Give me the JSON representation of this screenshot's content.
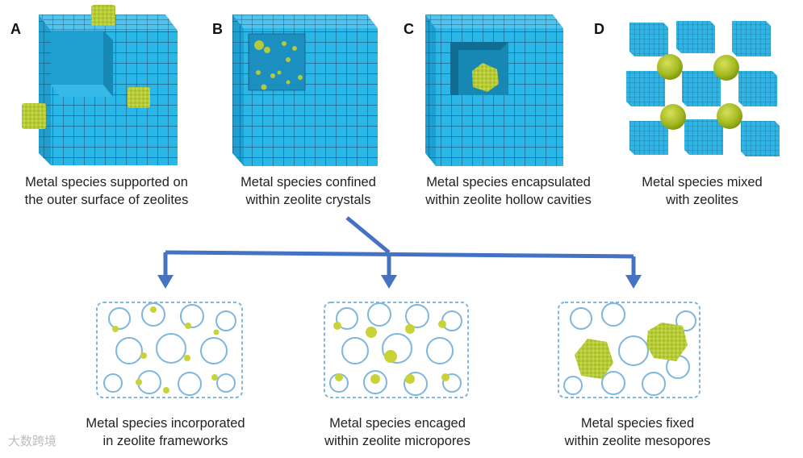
{
  "panels": [
    {
      "letter": "A",
      "caption_line1": "Metal species supported on",
      "caption_line2": "the outer surface of zeolites"
    },
    {
      "letter": "B",
      "caption_line1": "Metal species confined",
      "caption_line2": "within zeolite crystals"
    },
    {
      "letter": "C",
      "caption_line1": "Metal species encapsulated",
      "caption_line2": "within zeolite hollow cavities"
    },
    {
      "letter": "D",
      "caption_line1": "Metal species mixed",
      "caption_line2": "with zeolites"
    }
  ],
  "subpanels": [
    {
      "caption_line1": "Metal species incorporated",
      "caption_line2": "in zeolite frameworks"
    },
    {
      "caption_line1": "Metal species encaged",
      "caption_line2": "within zeolite micropores"
    },
    {
      "caption_line1": "Metal species fixed",
      "caption_line2": "within zeolite mesopores"
    }
  ],
  "watermark": "大数跨境",
  "colors": {
    "zeolite": "#2bb6e8",
    "grid": "#1a3a55",
    "metal": "#b5c93a",
    "metal_dark": "#7f9a10",
    "arrow": "#4472c4",
    "framework": "#7fb6dd"
  }
}
